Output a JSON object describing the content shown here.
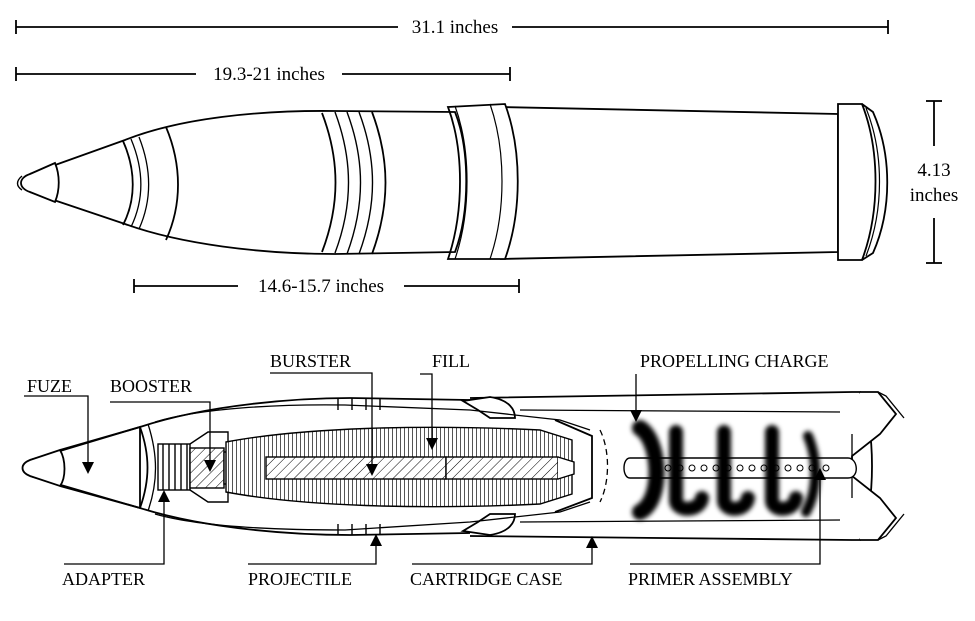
{
  "dimensions": {
    "overall_length": "31.1 inches",
    "projectile_length": "19.3-21 inches",
    "body_length": "14.6-15.7 inches",
    "diameter_value": "4.13",
    "diameter_unit": "inches"
  },
  "labels": {
    "fuze": "FUZE",
    "booster": "BOOSTER",
    "burster": "BURSTER",
    "fill": "FILL",
    "propelling_charge": "PROPELLING CHARGE",
    "adapter": "ADAPTER",
    "projectile": "PROJECTILE",
    "cartridge_case": "CARTRIDGE CASE",
    "primer_assembly": "PRIMER ASSEMBLY"
  }
}
